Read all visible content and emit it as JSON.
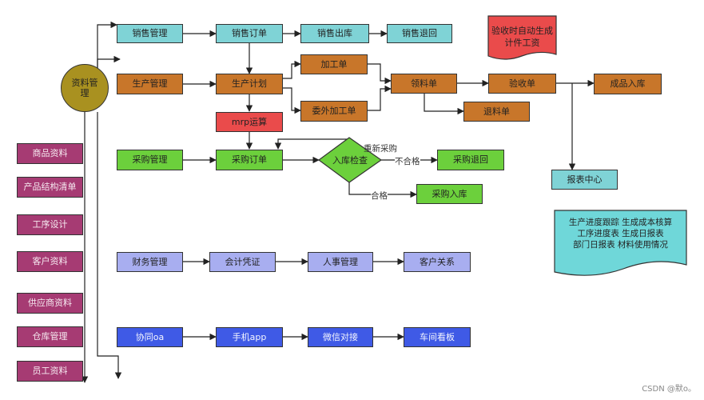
{
  "nodes": {
    "sales_mgmt": "销售管理",
    "sales_order": "销售订单",
    "sales_out": "销售出库",
    "sales_return": "销售退回",
    "prod_mgmt": "生产管理",
    "prod_plan": "生产计划",
    "process_order": "加工单",
    "outsource_order": "委外加工单",
    "pick_order": "领料单",
    "accept_order": "验收单",
    "finished_in": "成品入库",
    "return_material": "退料单",
    "mrp": "mrp运算",
    "purchase_mgmt": "采购管理",
    "purchase_order": "采购订单",
    "inspect": "入库检查",
    "purchase_return": "采购退回",
    "purchase_in": "采购入库",
    "report_center": "报表中心",
    "finance_mgmt": "财务管理",
    "voucher": "会计凭证",
    "hr_mgmt": "人事管理",
    "crm": "客户关系",
    "oa": "协同oa",
    "mobile_app": "手机app",
    "wechat": "微信对接",
    "kanban": "车间看板",
    "master_data": "资料管理",
    "item_data": "商品资料",
    "bom": "产品结构清单",
    "process_design": "工序设计",
    "customer_data": "客户资料",
    "supplier_data": "供应商资料",
    "warehouse_mgmt": "仓库管理",
    "employee_data": "员工资料"
  },
  "edge_labels": {
    "recheck": "重新采购",
    "fail": "不合格",
    "pass": "合格"
  },
  "notes": {
    "auto_wage": "验收时自动生成\n计件工资",
    "reports": "生产进度跟踪    生成成本核算\n工序进度表 生成日报表\n部门日报表 材料使用情况"
  },
  "watermark": "CSDN @默o。",
  "colors": {
    "teal": "#7fd3d6",
    "brown": "#c8762a",
    "green": "#6cd03c",
    "lavender": "#a8aef0",
    "blue": "#3f5ae6",
    "magenta": "#a63b73",
    "red": "#ea4b4b",
    "olive": "#a99120",
    "note_teal": "#6fd7d9"
  }
}
